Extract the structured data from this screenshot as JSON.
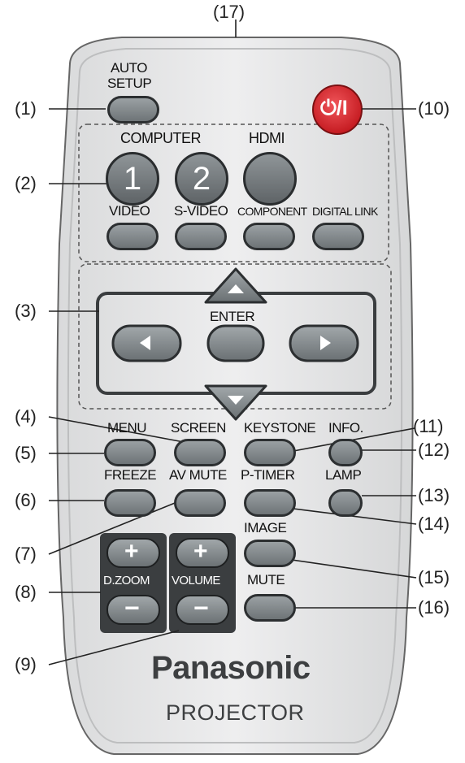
{
  "callouts": [
    "(1)",
    "(2)",
    "(3)",
    "(4)",
    "(5)",
    "(6)",
    "(7)",
    "(8)",
    "(9)",
    "(10)",
    "(11)",
    "(12)",
    "(13)",
    "(14)",
    "(15)",
    "(16)",
    "(17)"
  ],
  "buttons": {
    "auto_setup_1": "AUTO",
    "auto_setup_2": "SETUP",
    "computer": "COMPUTER",
    "hdmi": "HDMI",
    "one": "1",
    "two": "2",
    "video": "VIDEO",
    "s_video": "S-VIDEO",
    "component": "COMPONENT",
    "digital_link": "DIGITAL LINK",
    "enter": "ENTER",
    "menu": "MENU",
    "screen": "SCREEN",
    "keystone": "KEYSTONE",
    "info": "INFO.",
    "freeze": "FREEZE",
    "av_mute": "AV MUTE",
    "p_timer": "P-TIMER",
    "lamp": "LAMP",
    "image": "IMAGE",
    "mute": "MUTE",
    "d_zoom": "D.ZOOM",
    "volume": "VOLUME",
    "plus": "+",
    "minus": "−",
    "power": "⏻/I"
  },
  "brand": "Panasonic",
  "product": "PROJECTOR",
  "colors": {
    "body": "#e4e5e6",
    "button": "#7d8386",
    "outline": "#2c2f31",
    "power": "#d8232a",
    "pad": "#3a3d3f"
  }
}
